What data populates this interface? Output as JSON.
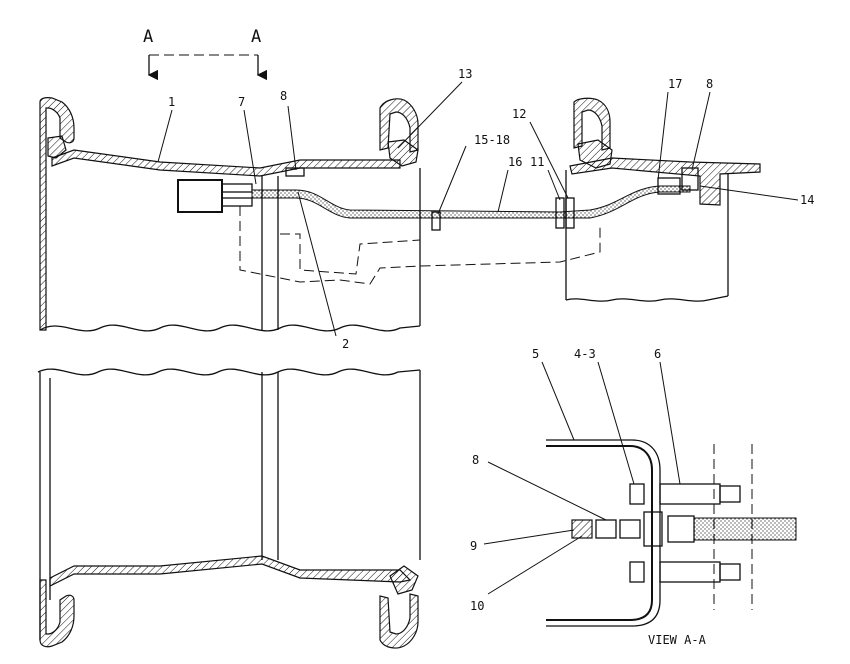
{
  "section_marks": {
    "left": "A",
    "right": "A"
  },
  "callouts": [
    {
      "id": "c1",
      "text": "1"
    },
    {
      "id": "c7",
      "text": "7"
    },
    {
      "id": "c8a",
      "text": "8"
    },
    {
      "id": "c13",
      "text": "13"
    },
    {
      "id": "c15_18",
      "text": "15-18"
    },
    {
      "id": "c16",
      "text": "16"
    },
    {
      "id": "c11",
      "text": "11"
    },
    {
      "id": "c12",
      "text": "12"
    },
    {
      "id": "c17",
      "text": "17"
    },
    {
      "id": "c8b",
      "text": "8"
    },
    {
      "id": "c14",
      "text": "14"
    },
    {
      "id": "c2",
      "text": "2"
    },
    {
      "id": "c5",
      "text": "5"
    },
    {
      "id": "c4_3",
      "text": "4-3"
    },
    {
      "id": "c6",
      "text": "6"
    },
    {
      "id": "c8c",
      "text": "8"
    },
    {
      "id": "c9",
      "text": "9"
    },
    {
      "id": "c10",
      "text": "10"
    }
  ],
  "view_label": "VIEW A-A"
}
